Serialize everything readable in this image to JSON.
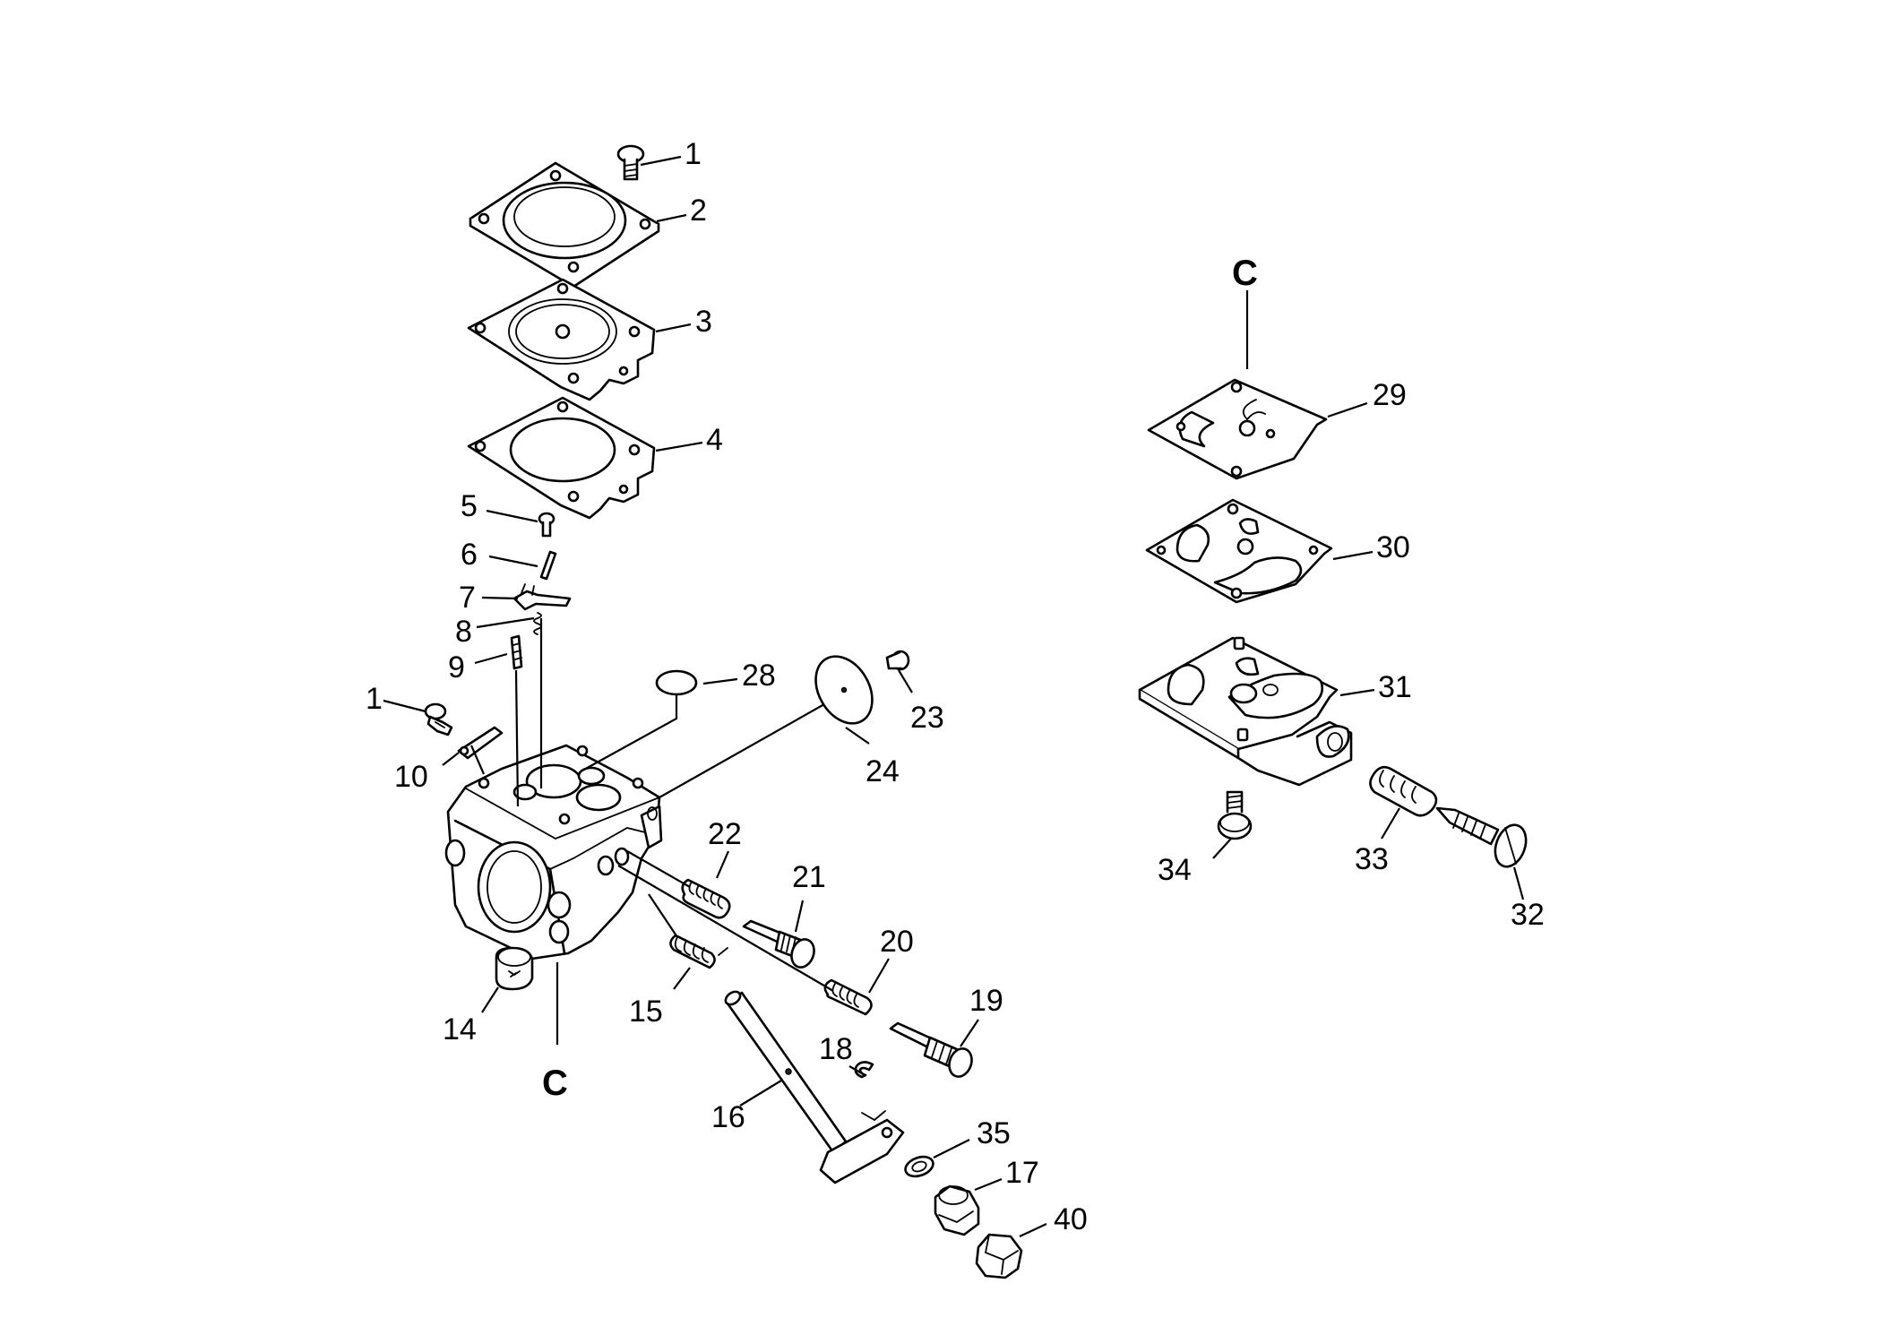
{
  "diagram": {
    "type": "exploded-parts-diagram",
    "subject": "carburetor",
    "reference_marks": [
      "C",
      "C"
    ],
    "callouts": [
      "1",
      "2",
      "3",
      "4",
      "5",
      "6",
      "7",
      "8",
      "9",
      "1",
      "10",
      "28",
      "23",
      "24",
      "22",
      "21",
      "20",
      "19",
      "15",
      "14",
      "16",
      "18",
      "35",
      "17",
      "40",
      "29",
      "30",
      "31",
      "33",
      "34",
      "32"
    ]
  }
}
